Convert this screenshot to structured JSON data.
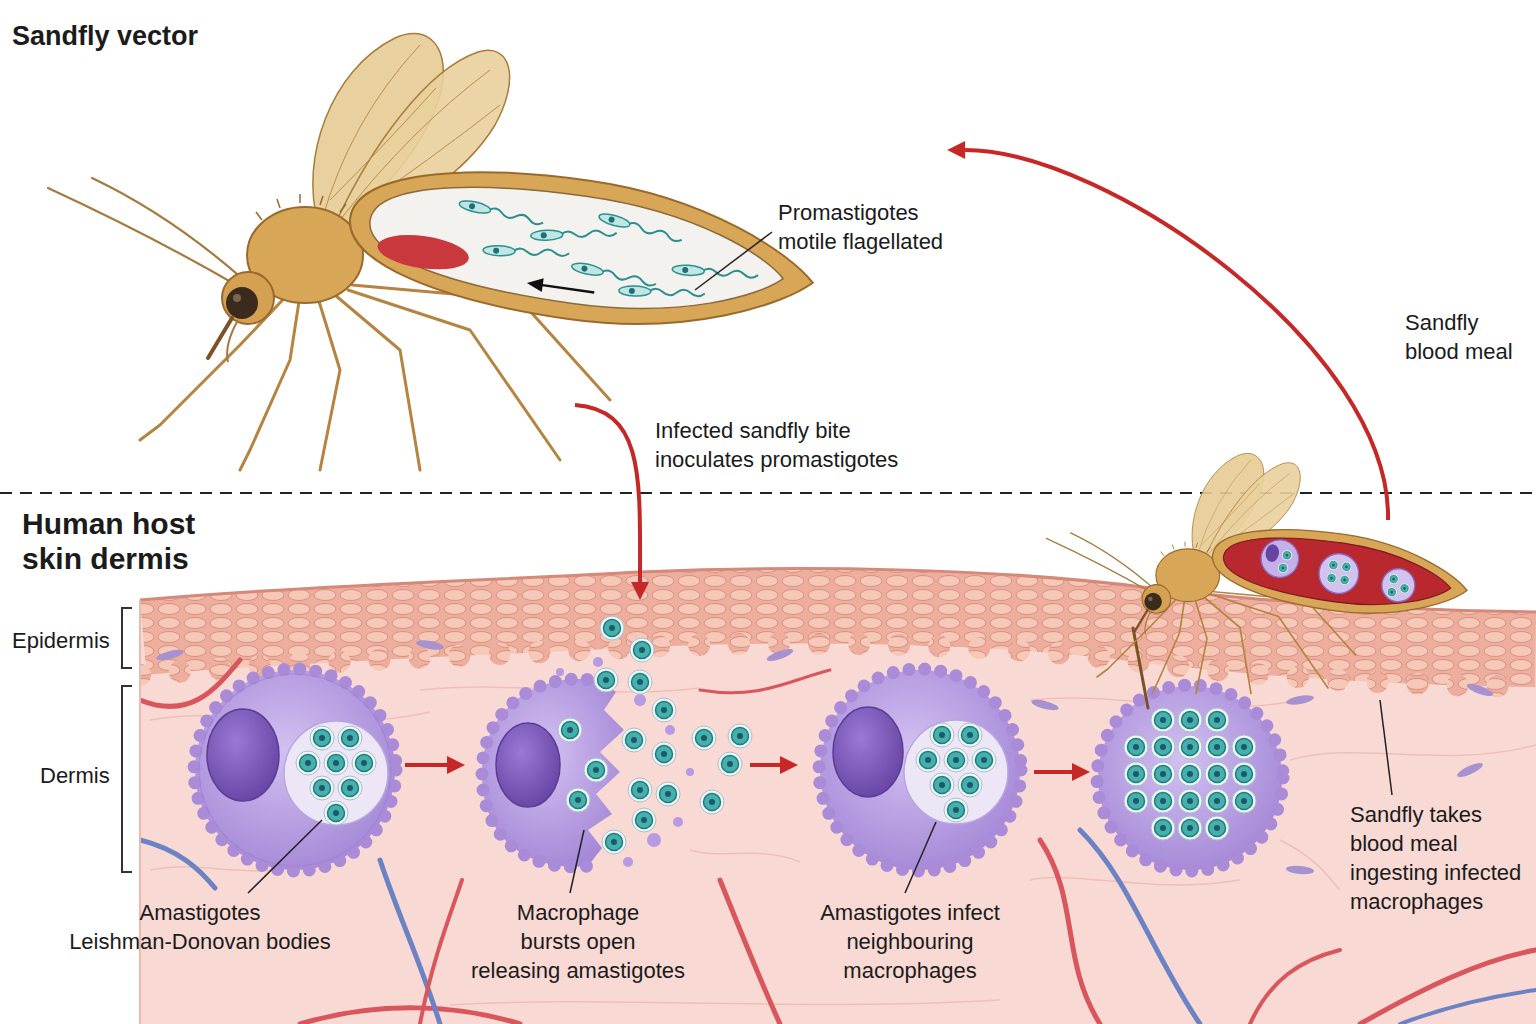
{
  "diagram": {
    "nodes": [
      {
        "text": [
          "Promastigotes motile flagellated"
        ]
      },
      {
        "text": [
          "Amastigotes Leishman-Donovan bodies"
        ]
      },
      {
        "text": [
          "Macrophage bursts open releasing amastigotes"
        ]
      },
      {
        "text": [
          "Amastigotes infect neighbouring macrophages"
        ]
      },
      {
        "text": [
          "Sandfly takes blood meal ingesting infected macrophages"
        ]
      }
    ],
    "edges": [
      {
        "from": 0,
        "to": 2,
        "label": "Infected sandfly bite inoculates promastigotes",
        "arrow": "to"
      },
      {
        "from": 1,
        "to": 2,
        "arrow": "to"
      },
      {
        "from": 2,
        "to": 3,
        "arrow": "to"
      },
      {
        "from": 4,
        "to": 0,
        "label": "Sandfly blood meal",
        "arrow": "to"
      }
    ],
    "labels": [
      "Sandfly vector",
      "Human host skin dermis",
      "Epidermis",
      "Dermis"
    ]
  }
}
